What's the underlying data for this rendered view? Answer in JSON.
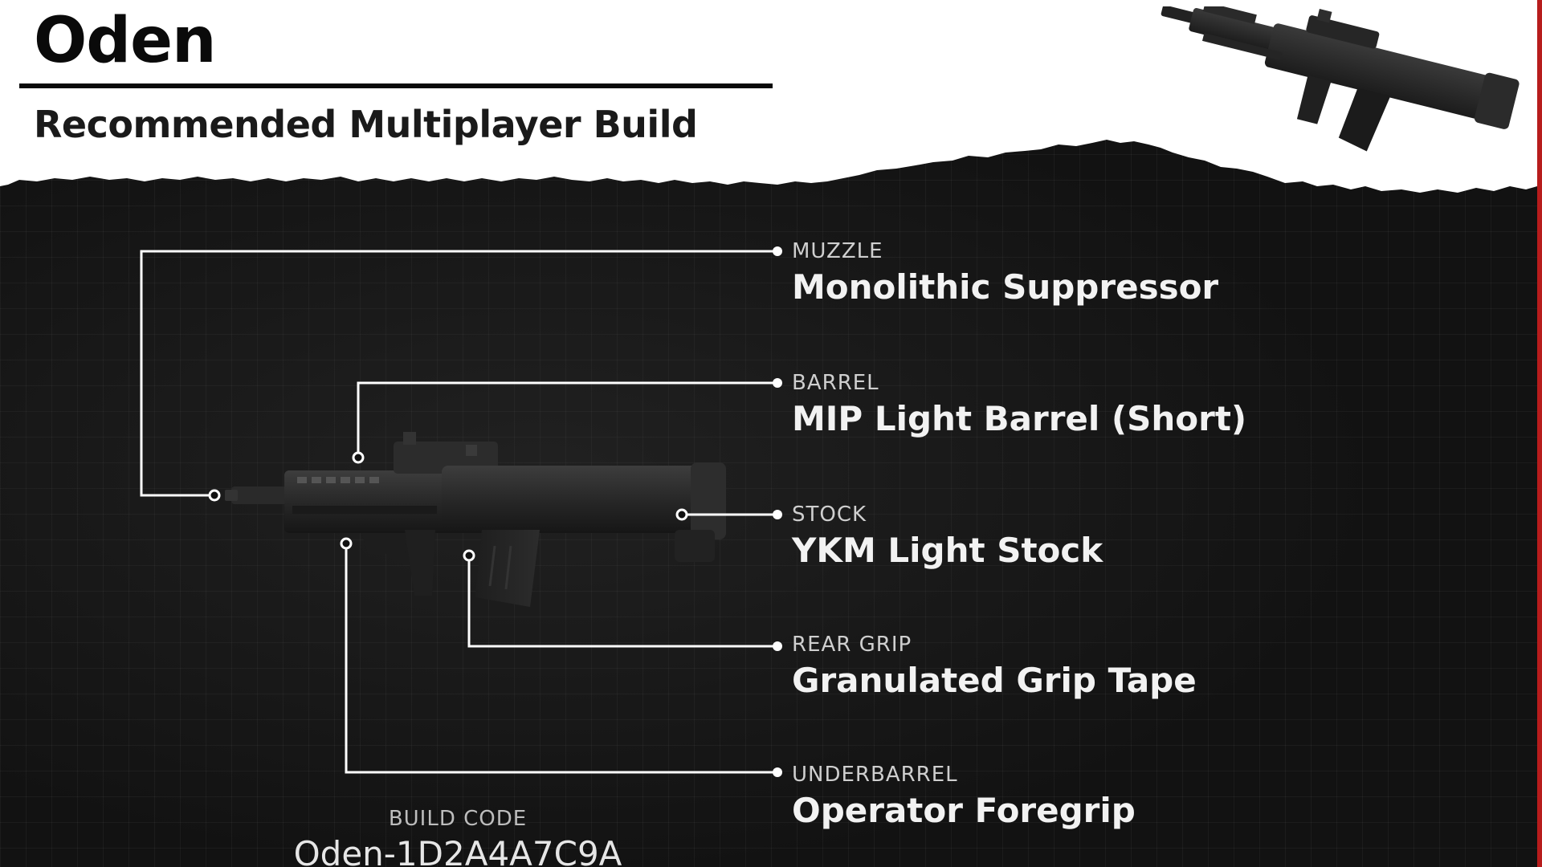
{
  "header": {
    "title": "Oden",
    "subtitle": "Recommended Multiplayer Build"
  },
  "attachments": [
    {
      "slot": "MUZZLE",
      "name": "Monolithic Suppressor"
    },
    {
      "slot": "BARREL",
      "name": "MIP Light Barrel (Short)"
    },
    {
      "slot": "STOCK",
      "name": "YKM Light Stock"
    },
    {
      "slot": "REAR GRIP",
      "name": "Granulated Grip Tape"
    },
    {
      "slot": "UNDERBARREL",
      "name": "Operator Foregrip"
    }
  ],
  "build_code": {
    "label": "BUILD CODE",
    "value": "Oden-1D2A4A7C9A"
  },
  "colors": {
    "paper": "#ffffff",
    "ink": "#0a0a0a",
    "background": "#121212",
    "callout_line": "#ffffff",
    "accent_edge": "#b71c1c"
  },
  "icons": {
    "header_weapon": "rifle-icon",
    "main_weapon": "rifle-icon"
  }
}
